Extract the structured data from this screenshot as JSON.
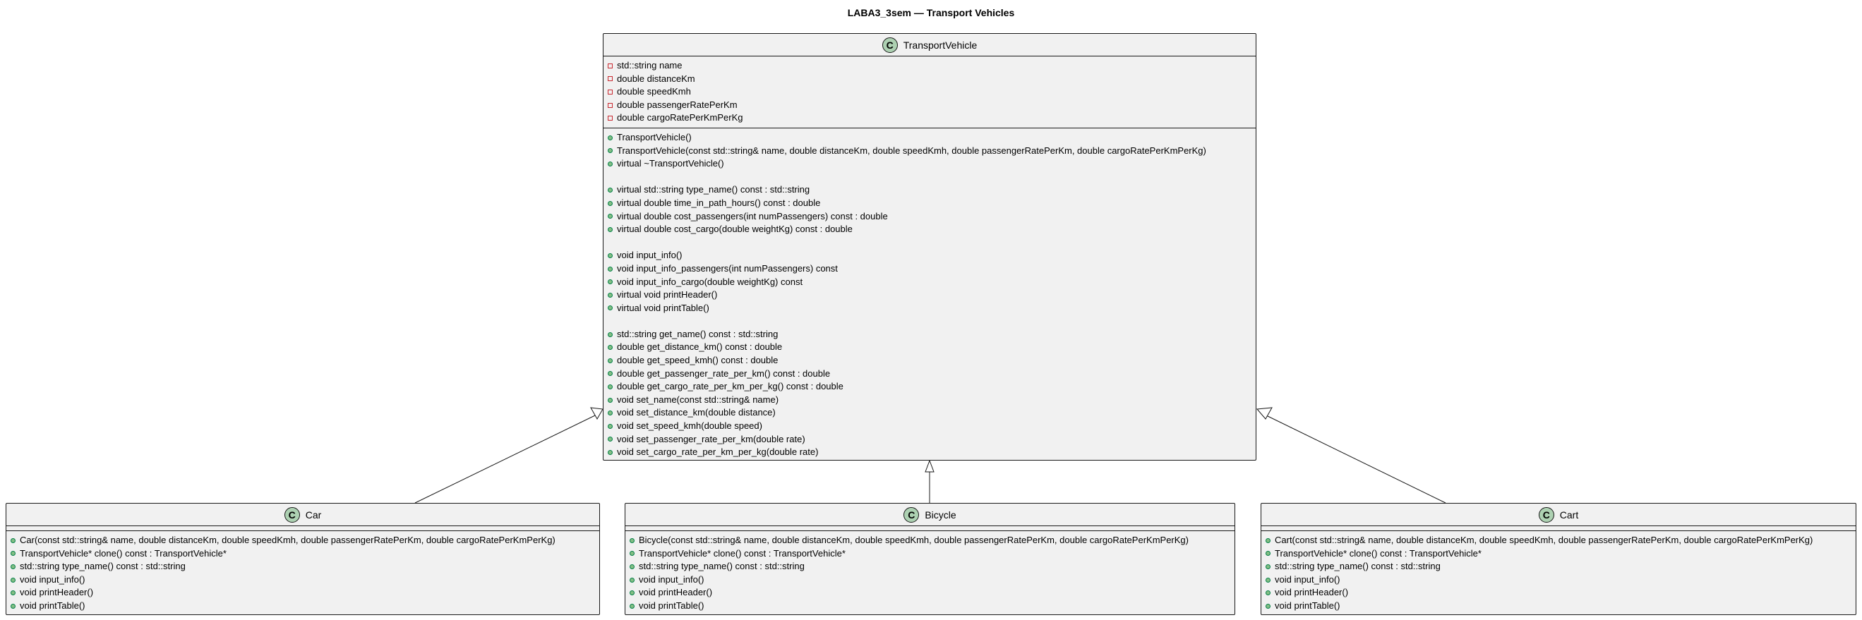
{
  "title": "LABA3_3sem — Transport Vehicles",
  "classes": {
    "transport": {
      "name": "TransportVehicle",
      "badge": "C",
      "fields": [
        {
          "vis": "private",
          "text": "std::string name"
        },
        {
          "vis": "private",
          "text": "double distanceKm"
        },
        {
          "vis": "private",
          "text": "double speedKmh"
        },
        {
          "vis": "private",
          "text": "double passengerRatePerKm"
        },
        {
          "vis": "private",
          "text": "double cargoRatePerKmPerKg"
        }
      ],
      "methods": [
        {
          "vis": "public",
          "text": "TransportVehicle()"
        },
        {
          "vis": "public",
          "text": "TransportVehicle(const std::string& name, double distanceKm, double speedKmh, double passengerRatePerKm, double cargoRatePerKmPerKg)"
        },
        {
          "vis": "public",
          "text": "virtual ~TransportVehicle()"
        },
        {
          "blank": true
        },
        {
          "vis": "public",
          "text": "virtual std::string type_name() const : std::string"
        },
        {
          "vis": "public",
          "text": "virtual double time_in_path_hours() const : double"
        },
        {
          "vis": "public",
          "text": "virtual double cost_passengers(int numPassengers) const : double"
        },
        {
          "vis": "public",
          "text": "virtual double cost_cargo(double weightKg) const : double"
        },
        {
          "blank": true
        },
        {
          "vis": "public",
          "text": "void input_info()"
        },
        {
          "vis": "public",
          "text": "void input_info_passengers(int numPassengers) const"
        },
        {
          "vis": "public",
          "text": "void input_info_cargo(double weightKg) const"
        },
        {
          "vis": "public",
          "text": "virtual void printHeader()"
        },
        {
          "vis": "public",
          "text": "virtual void printTable()"
        },
        {
          "blank": true
        },
        {
          "vis": "public",
          "text": "std::string get_name() const : std::string"
        },
        {
          "vis": "public",
          "text": "double get_distance_km() const : double"
        },
        {
          "vis": "public",
          "text": "double get_speed_kmh() const : double"
        },
        {
          "vis": "public",
          "text": "double get_passenger_rate_per_km() const : double"
        },
        {
          "vis": "public",
          "text": "double get_cargo_rate_per_km_per_kg() const : double"
        },
        {
          "vis": "public",
          "text": "void set_name(const std::string& name)"
        },
        {
          "vis": "public",
          "text": "void set_distance_km(double distance)"
        },
        {
          "vis": "public",
          "text": "void set_speed_kmh(double speed)"
        },
        {
          "vis": "public",
          "text": "void set_passenger_rate_per_km(double rate)"
        },
        {
          "vis": "public",
          "text": "void set_cargo_rate_per_km_per_kg(double rate)"
        }
      ]
    },
    "car": {
      "name": "Car",
      "badge": "C",
      "fields": [],
      "methods": [
        {
          "vis": "public",
          "text": "Car(const std::string& name, double distanceKm, double speedKmh, double passengerRatePerKm, double cargoRatePerKmPerKg)"
        },
        {
          "vis": "public",
          "text": "TransportVehicle* clone() const : TransportVehicle*"
        },
        {
          "vis": "public",
          "text": "std::string type_name() const : std::string"
        },
        {
          "vis": "public",
          "text": "void input_info()"
        },
        {
          "vis": "public",
          "text": "void printHeader()"
        },
        {
          "vis": "public",
          "text": "void printTable()"
        }
      ]
    },
    "bicycle": {
      "name": "Bicycle",
      "badge": "C",
      "fields": [],
      "methods": [
        {
          "vis": "public",
          "text": "Bicycle(const std::string& name, double distanceKm, double speedKmh, double passengerRatePerKm, double cargoRatePerKmPerKg)"
        },
        {
          "vis": "public",
          "text": "TransportVehicle* clone() const : TransportVehicle*"
        },
        {
          "vis": "public",
          "text": "std::string type_name() const : std::string"
        },
        {
          "vis": "public",
          "text": "void input_info()"
        },
        {
          "vis": "public",
          "text": "void printHeader()"
        },
        {
          "vis": "public",
          "text": "void printTable()"
        }
      ]
    },
    "cart": {
      "name": "Cart",
      "badge": "C",
      "fields": [],
      "methods": [
        {
          "vis": "public",
          "text": "Cart(const std::string& name, double distanceKm, double speedKmh, double passengerRatePerKm, double cargoRatePerKmPerKg)"
        },
        {
          "vis": "public",
          "text": "TransportVehicle* clone() const : TransportVehicle*"
        },
        {
          "vis": "public",
          "text": "std::string type_name() const : std::string"
        },
        {
          "vis": "public",
          "text": "void input_info()"
        },
        {
          "vis": "public",
          "text": "void printHeader()"
        },
        {
          "vis": "public",
          "text": "void printTable()"
        }
      ]
    }
  },
  "relations": [
    {
      "from": "car",
      "to": "transport",
      "type": "inheritance"
    },
    {
      "from": "bicycle",
      "to": "transport",
      "type": "inheritance"
    },
    {
      "from": "cart",
      "to": "transport",
      "type": "inheritance"
    }
  ]
}
